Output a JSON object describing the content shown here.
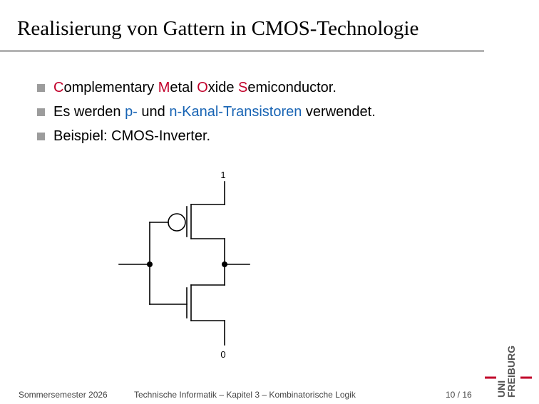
{
  "slide": {
    "title": "Realisierung von Gattern in CMOS-Technologie"
  },
  "bullets": [
    {
      "parts": [
        {
          "text": "C",
          "color": "red"
        },
        {
          "text": "omplementary ",
          "color": "black"
        },
        {
          "text": "M",
          "color": "red"
        },
        {
          "text": "etal ",
          "color": "black"
        },
        {
          "text": "O",
          "color": "red"
        },
        {
          "text": "xide ",
          "color": "black"
        },
        {
          "text": "S",
          "color": "red"
        },
        {
          "text": "emiconductor.",
          "color": "black"
        }
      ]
    },
    {
      "parts": [
        {
          "text": "Es werden ",
          "color": "black"
        },
        {
          "text": "p-",
          "color": "blue"
        },
        {
          "text": " und ",
          "color": "black"
        },
        {
          "text": "n-Kanal-Transistoren",
          "color": "blue"
        },
        {
          "text": " verwendet.",
          "color": "black"
        }
      ]
    },
    {
      "parts": [
        {
          "text": "Beispiel: CMOS-Inverter.",
          "color": "black"
        }
      ]
    }
  ],
  "circuit": {
    "supply_label": "1",
    "ground_label": "0"
  },
  "footer": {
    "semester": "Sommersemester 2026",
    "course": "Technische Informatik – Kapitel 3 – Kombinatorische Logik",
    "page": "10 / 16"
  },
  "logo": {
    "line1": "UNI",
    "line2": "FREIBURG"
  },
  "colors": {
    "accent_red": "#c1002a",
    "accent_blue": "#1864b4",
    "rule_gray": "#b4b4b4",
    "bullet_gray": "#9c9c9c"
  }
}
